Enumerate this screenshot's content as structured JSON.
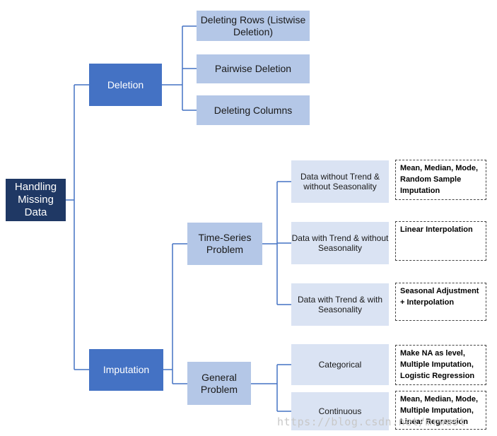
{
  "diagram": {
    "root": "Handling Missing Data",
    "deletion": {
      "label": "Deletion",
      "children": [
        "Deleting Rows (Listwise Deletion)",
        "Pairwise Deletion",
        "Deleting Columns"
      ]
    },
    "imputation": {
      "label": "Imputation",
      "time_series": {
        "label": "Time-Series Problem",
        "children": [
          {
            "label": "Data without Trend & without Seasonality",
            "method": "Mean, Median, Mode, Random Sample Imputation"
          },
          {
            "label": "Data with Trend & without Seasonality",
            "method": "Linear Interpolation"
          },
          {
            "label": "Data with Trend & with Seasonality",
            "method": "Seasonal Adjustment + Interpolation"
          }
        ]
      },
      "general": {
        "label": "General Problem",
        "children": [
          {
            "label": "Categorical",
            "method": "Make NA as level, Multiple Imputation, Logistic Regression"
          },
          {
            "label": "Continuous",
            "method": "Mean, Median, Mode, Multiple Imputation, Linear Regression"
          }
        ]
      }
    }
  },
  "watermark": "https://blog.csdn.net/mrwast",
  "colors": {
    "root": "#1f3864",
    "level1": "#4472c4",
    "level2": "#b4c7e7",
    "level3": "#dae3f3",
    "connector": "#4472c4"
  }
}
